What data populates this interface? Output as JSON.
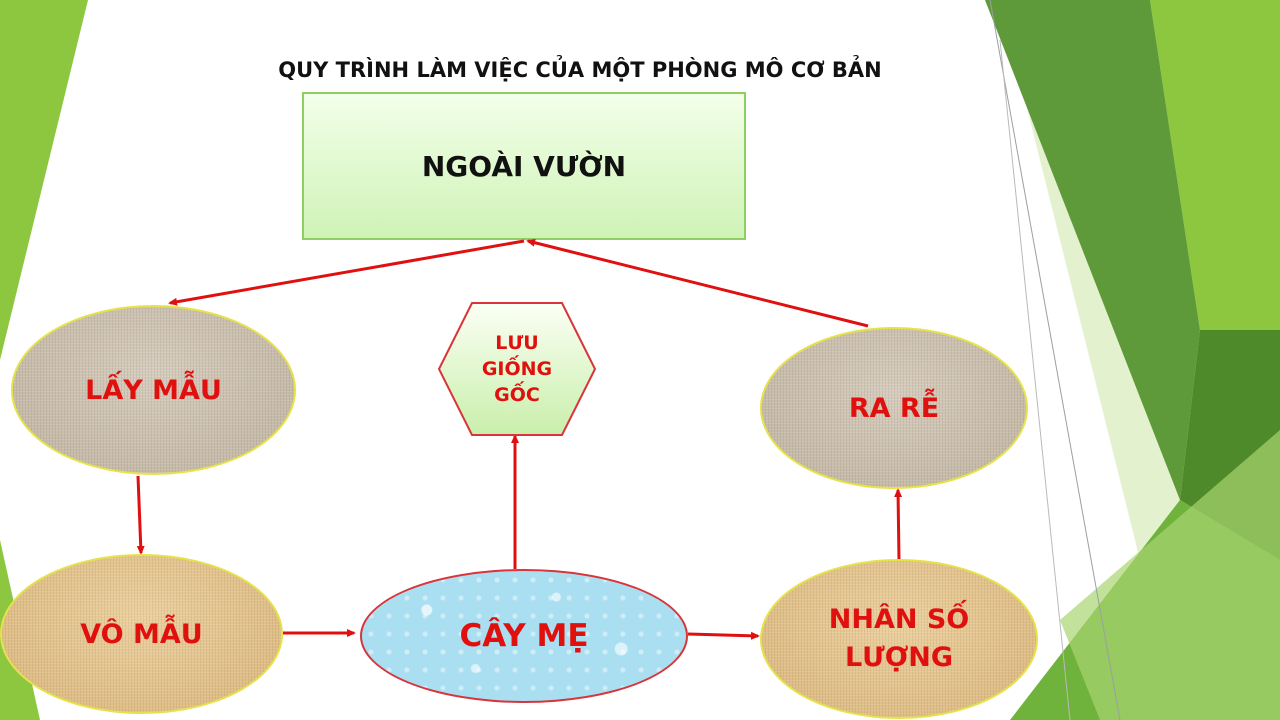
{
  "slide": {
    "title": "QUY TRÌNH LÀM VIỆC CỦA MỘT PHÒNG MÔ CƠ BẢN",
    "colors": {
      "accent_green_light": "#8dc63f",
      "accent_green_dark": "#4e8a2a",
      "node_text": "#e0100e",
      "arrow": "#e01010"
    }
  },
  "diagram": {
    "nodes": {
      "garden": "NGOÀI VƯỜN",
      "sampling": "LẤY MẪU",
      "inoculation": "VÔ MẪU",
      "mother_plant": "CÂY MẸ",
      "storage": "LƯU GIỐNG GỐC",
      "multiplication": "NHÂN SỐ LƯỢNG",
      "rooting": "RA RỄ"
    },
    "edges": [
      [
        "garden",
        "sampling"
      ],
      [
        "sampling",
        "inoculation"
      ],
      [
        "inoculation",
        "mother_plant"
      ],
      [
        "mother_plant",
        "storage"
      ],
      [
        "mother_plant",
        "multiplication"
      ],
      [
        "multiplication",
        "rooting"
      ],
      [
        "rooting",
        "garden"
      ]
    ]
  }
}
